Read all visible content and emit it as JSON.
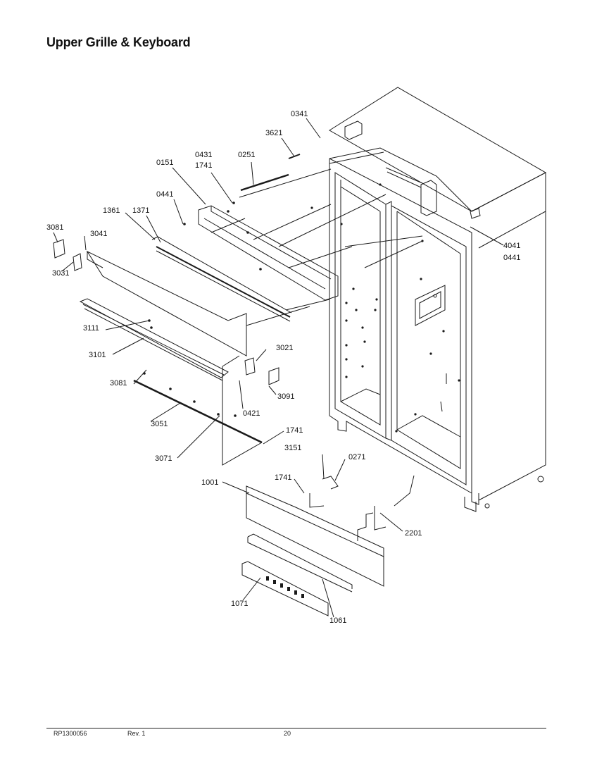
{
  "title": "Upper Grille & Keyboard",
  "callouts": [
    {
      "id": "0341",
      "text": "0341"
    },
    {
      "id": "3621",
      "text": "3621"
    },
    {
      "id": "0431",
      "text": "0431"
    },
    {
      "id": "1741a",
      "text": "1741"
    },
    {
      "id": "0251",
      "text": "0251"
    },
    {
      "id": "0151",
      "text": "0151"
    },
    {
      "id": "0441a",
      "text": "0441"
    },
    {
      "id": "1361",
      "text": "1361"
    },
    {
      "id": "1371",
      "text": "1371"
    },
    {
      "id": "3081a",
      "text": "3081"
    },
    {
      "id": "3041",
      "text": "3041"
    },
    {
      "id": "3031",
      "text": "3031"
    },
    {
      "id": "4041",
      "text": "4041"
    },
    {
      "id": "0441b",
      "text": "0441"
    },
    {
      "id": "3111",
      "text": "3111"
    },
    {
      "id": "3101",
      "text": "3101"
    },
    {
      "id": "3021",
      "text": "3021"
    },
    {
      "id": "3081b",
      "text": "3081"
    },
    {
      "id": "3091",
      "text": "3091"
    },
    {
      "id": "0421",
      "text": "0421"
    },
    {
      "id": "3051",
      "text": "3051"
    },
    {
      "id": "1741b",
      "text": "1741"
    },
    {
      "id": "3071",
      "text": "3071"
    },
    {
      "id": "3151",
      "text": "3151"
    },
    {
      "id": "0271",
      "text": "0271"
    },
    {
      "id": "1001",
      "text": "1001"
    },
    {
      "id": "1741c",
      "text": "1741"
    },
    {
      "id": "2201",
      "text": "2201"
    },
    {
      "id": "1071",
      "text": "1071"
    },
    {
      "id": "1061",
      "text": "1061"
    }
  ],
  "footer": {
    "doc_number": "RP1300056",
    "revision": "Rev. 1",
    "page_number": "20"
  },
  "colors": {
    "line": "#1a1a1a",
    "background": "#ffffff"
  }
}
